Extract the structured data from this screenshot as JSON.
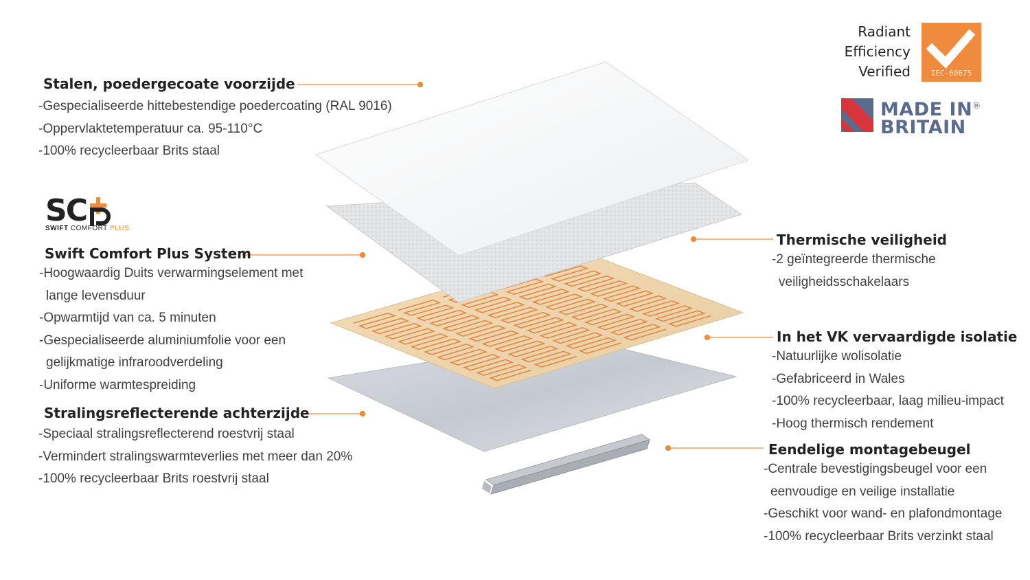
{
  "badges": {
    "radiant": {
      "line1": "Radiant",
      "line2": "Efficiency",
      "line3": "Verified",
      "code": "IEC-60675"
    },
    "made_in_britain": {
      "line1": "MADE IN",
      "line2": "BRITAIN",
      "reg": "®"
    }
  },
  "logo": {
    "mark": "SC",
    "sub_swift": "SWIFT",
    "sub_comfort": "COMFORT",
    "sub_plus": "PLUS"
  },
  "left": [
    {
      "heading": "Stalen, poedergecoate voorzijde",
      "items": [
        "-Gespecialiseerde hittebestendige poedercoating (RAL 9016)",
        "-Oppervlaktetemperatuur ca. 95-110°C",
        "-100% recycleerbaar Brits staal"
      ]
    },
    {
      "heading": "Swift Comfort Plus System",
      "items": [
        "-Hoogwaardig Duits verwarmingselement met",
        "lange levensduur",
        "-Opwarmtijd van ca. 5 minuten",
        "-Gespecialiseerde aluminiumfolie voor een",
        "gelijkmatige infraroodverdeling",
        "-Uniforme warmtespreiding"
      ]
    },
    {
      "heading": "Stralingsreflecterende achterzijde",
      "items": [
        "-Speciaal stralingsreflecterend roestvrij staal",
        "-Vermindert stralingswarmteverlies met meer dan 20%",
        "-100% recycleerbaar Brits roestvrij staal"
      ]
    }
  ],
  "right": [
    {
      "heading": "Thermische veiligheid",
      "items": [
        "-2 geïntegreerde thermische",
        "veiligheidsschakelaars"
      ]
    },
    {
      "heading": "In het VK vervaardigde isolatie",
      "items": [
        "-Natuurlijke wolisolatie",
        "-Gefabriceerd in Wales",
        "-100% recycleerbaar, laag milieu-impact",
        "-Hoog thermisch rendement"
      ]
    },
    {
      "heading": "Eendelige montagebeugel",
      "items": [
        "-Centrale bevestigingsbeugel voor een",
        "eenvoudige en veilige installatie",
        "-Geschikt voor wand- en plafondmontage",
        "-100% recycleerbaar Brits verzinkt staal"
      ]
    }
  ],
  "colors": {
    "accent": "#f08a3c",
    "heading": "#222222",
    "text": "#3f3f3f",
    "mib_blue": "#5a6b8e",
    "mib_red": "#d8343c"
  }
}
